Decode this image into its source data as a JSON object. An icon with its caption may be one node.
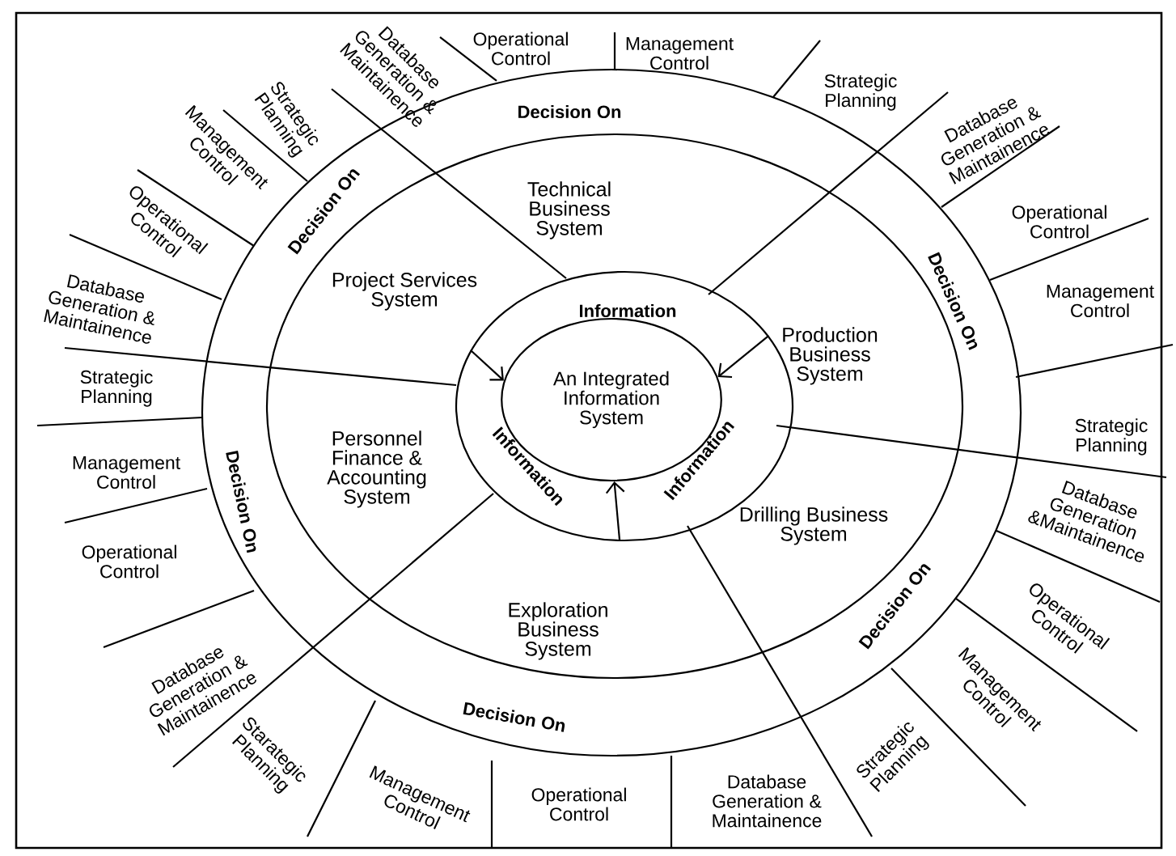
{
  "diagram": {
    "nodes": [
      {
        "text": [
          "Decision On",
          "Decision On",
          "Decision On",
          "Decision On",
          "Decision On",
          "Decision On"
        ]
      },
      {
        "text": [
          "Technical Business System",
          "Project Services System",
          "Production Business System",
          "Personnel Finance & Accounting System",
          "Drilling Business System",
          "Exploration Business System"
        ],
        "in": 0
      },
      {
        "text": [
          "Information",
          "Information",
          "Information"
        ],
        "in": 1
      },
      {
        "text": [
          "An Integrated Information System"
        ],
        "in": 2
      }
    ],
    "edges": [
      {
        "from": 2,
        "to": 3,
        "arrow": "to"
      },
      {
        "from": 2,
        "to": 3,
        "arrow": "to"
      },
      {
        "from": 2,
        "to": 3,
        "arrow": "to"
      }
    ],
    "labels": [
      "Operational Control",
      "Management Control",
      "Strategic Planning",
      "Database Generation & Maintainence",
      "Operational Control",
      "Management Control",
      "Strategic Planning",
      "Database Generation &Maintainence",
      "Operational Control",
      "Management Control",
      "Strategic Planning",
      "Database Generation & Maintainence",
      "Operational Control",
      "Management Control",
      "Starategic Planning",
      "Database Generation & Maintainence",
      "Operational Control",
      "Management Control",
      "Strategic Planning",
      "Database Generation & Maintainence",
      "Operational Control",
      "Management Control",
      "Strategic Planning",
      "Database Generation & Maintainence"
    ]
  }
}
